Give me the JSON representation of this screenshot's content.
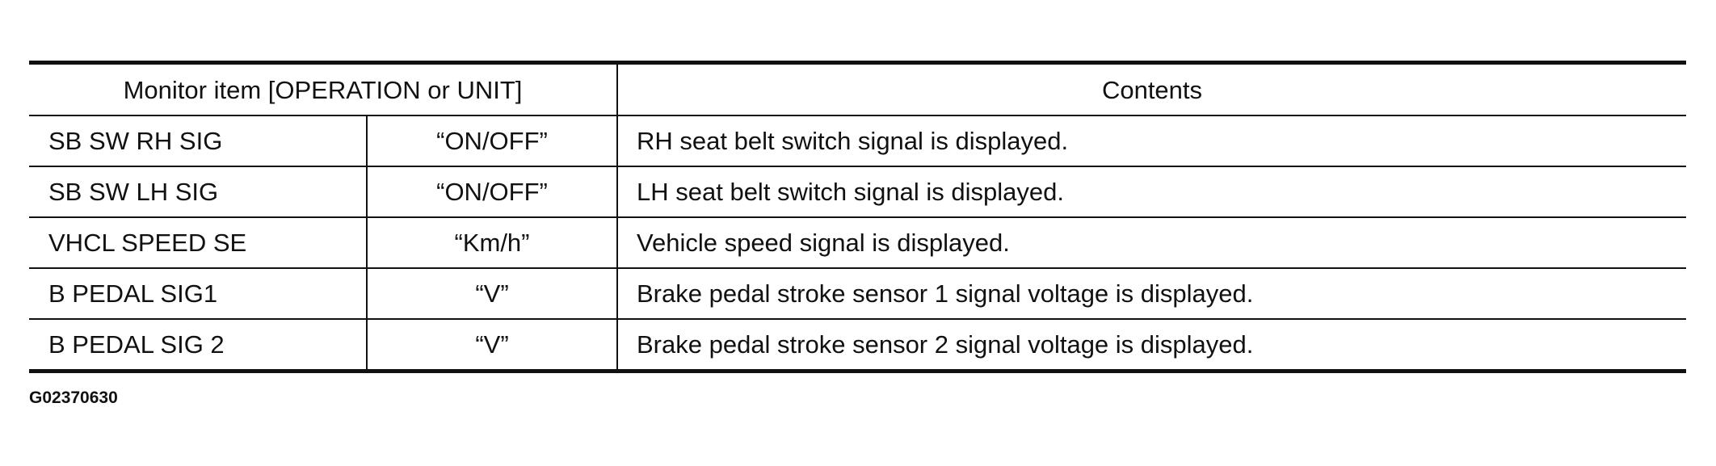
{
  "table": {
    "header": {
      "monitor_item": "Monitor item [OPERATION or UNIT]",
      "contents": "Contents"
    },
    "rows": [
      {
        "item": "SB SW RH SIG",
        "unit": "“ON/OFF”",
        "contents": "RH seat belt switch signal is displayed."
      },
      {
        "item": "SB SW LH SIG",
        "unit": "“ON/OFF”",
        "contents": "LH seat belt switch signal is displayed."
      },
      {
        "item": "VHCL SPEED SE",
        "unit": "“Km/h”",
        "contents": "Vehicle speed signal is displayed."
      },
      {
        "item": "B PEDAL SIG1",
        "unit": "“V”",
        "contents": "Brake pedal stroke sensor 1 signal voltage is displayed."
      },
      {
        "item": "B PEDAL SIG 2",
        "unit": "“V”",
        "contents": "Brake pedal stroke sensor 2 signal voltage is displayed."
      }
    ]
  },
  "figure_code": "G02370630"
}
